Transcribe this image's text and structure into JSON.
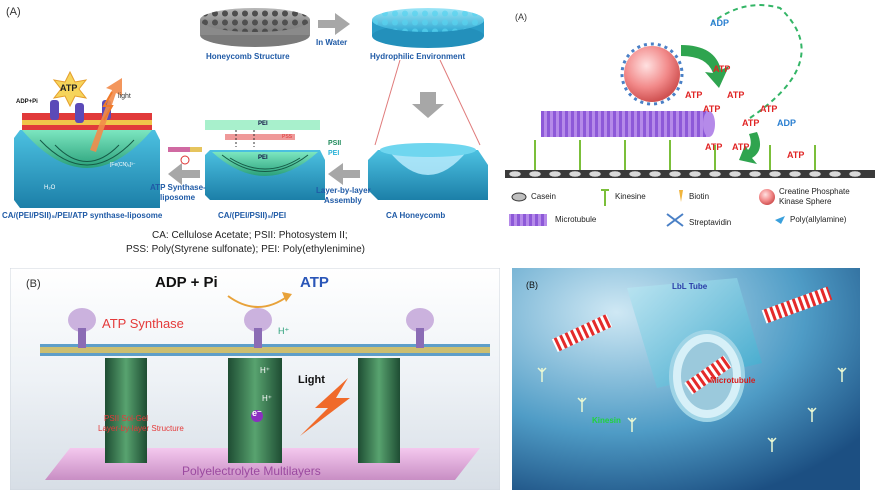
{
  "tl": {
    "letter": "(A)",
    "honeycomb": "Honeycomb Structure",
    "in_water": "In Water",
    "hydrophilic": "Hydrophilic Environment",
    "atp": "ATP",
    "adp_pi": "ADP+Pi",
    "light": "light",
    "h2o": "H₂O",
    "fe": "[Fe(CN)₆]³⁻",
    "pei": "PEI",
    "pss": "PSS",
    "psii_legend": "PSII",
    "pei_legend": "PEI",
    "lbl": "Layer-by-layer",
    "assembly": "Assembly",
    "atp_synth_lip_1": "ATP Synthase-",
    "atp_synth_lip_2": "liposome",
    "cap_left": "CA/(PEI/PSII)₅/PEI/ATP synthase-liposome",
    "cap_mid": "CA/(PEI/PSII)₅/PEI",
    "cap_right": "CA Honeycomb",
    "desc1": "CA: Cellulose Acetate; PSII: Photosystem II;",
    "desc2": "PSS: Poly(Styrene sulfonate); PEI: Poly(ethylenimine)"
  },
  "tr": {
    "letter": "(A)",
    "adp": "ADP",
    "atp": "ATP",
    "legend": {
      "casein": "Casein",
      "kinesine": "Kinesine",
      "biotin": "Biotin",
      "ck1": "Creatine Phosphate",
      "ck2": "Kinase Sphere",
      "microtubule": "Microtubule",
      "streptavidin": "Streptavidin",
      "poly": "Poly(allylamine)"
    }
  },
  "bl": {
    "letter": "(B)",
    "adp_pi": "ADP + Pi",
    "atp": "ATP",
    "atp_synthase": "ATP Synthase",
    "hplus": "H⁺",
    "light": "Light",
    "eminus": "e⁻",
    "psii1": "PSII Sol-Gel",
    "psii2": "Layer-by-layer Structure",
    "poly": "Polyelectrolyte Multilayers"
  },
  "br": {
    "letter": "(B)",
    "lbl_tube": "LbL Tube",
    "microtubule": "Microtubule",
    "kinesin": "Kinesin"
  }
}
